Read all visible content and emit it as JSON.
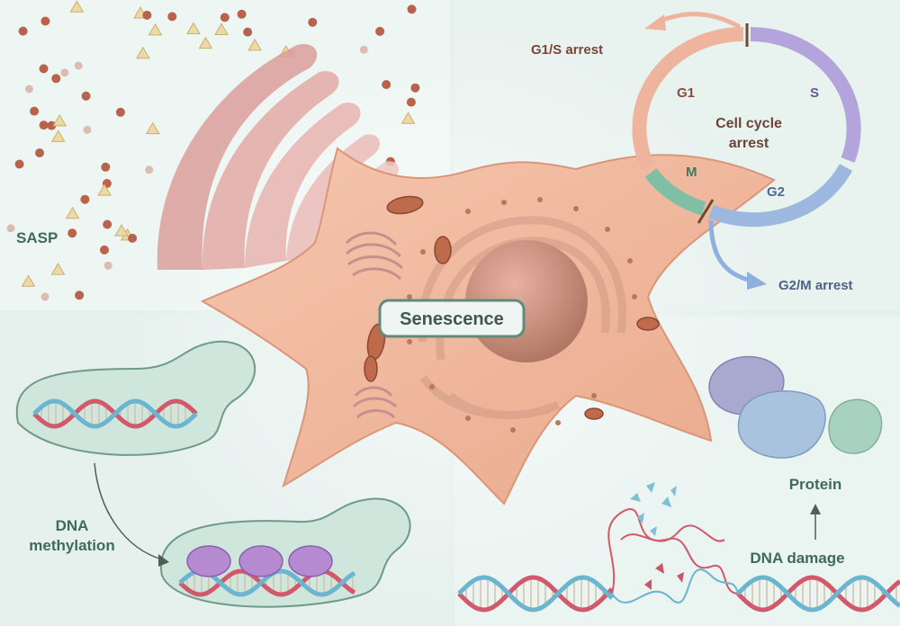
{
  "center": {
    "label": "Senescence"
  },
  "sasp": {
    "label": "SASP"
  },
  "cell_cycle": {
    "title_line1": "Cell cycle",
    "title_line2": "arrest",
    "phases": {
      "g1": "G1",
      "s": "S",
      "g2": "G2",
      "m": "M"
    },
    "g1s_arrest": "G1/S arrest",
    "g2m_arrest": "G2/M arrest"
  },
  "methylation": {
    "line1": "DNA",
    "line2": "methylation"
  },
  "damage": {
    "protein": "Protein",
    "dna_damage": "DNA damage"
  },
  "colors": {
    "background": "#dfeeea",
    "cell_body": "#f0b9a0",
    "g1": "#eeb49e",
    "s": "#b3a5dc",
    "g2": "#9cb8df",
    "m": "#7fbfa6"
  }
}
